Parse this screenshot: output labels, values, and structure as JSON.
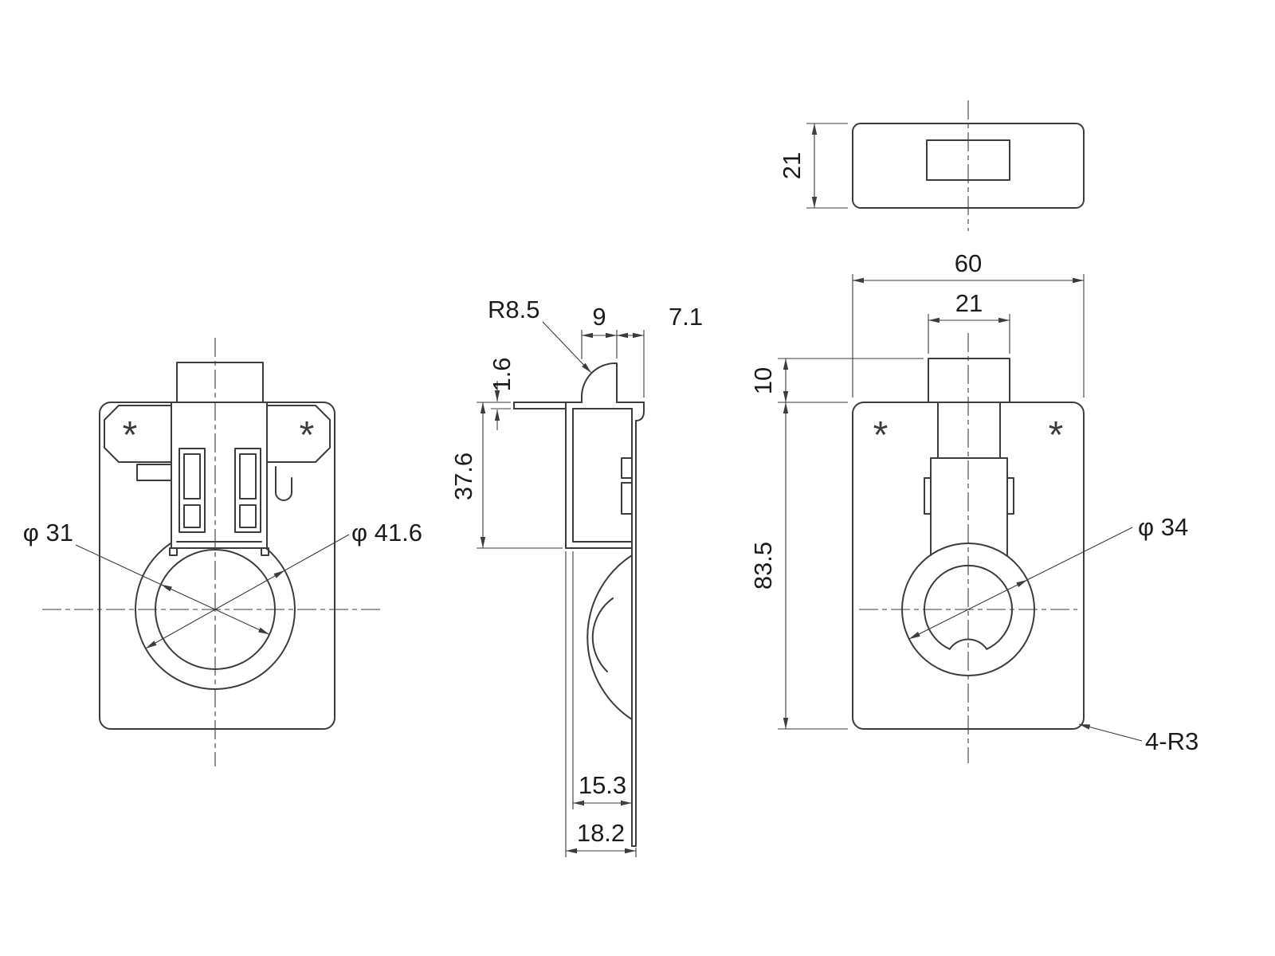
{
  "drawing": {
    "background": "#ffffff",
    "colors": {
      "line": "#3c3c3c",
      "text": "#1c1c1c"
    },
    "views": {
      "front": {
        "dims": {
          "inner_dia": "φ 31",
          "outer_dia": "φ 41.6"
        },
        "marks": {
          "asterisk_left": "*",
          "asterisk_right": "*"
        }
      },
      "side": {
        "dims": {
          "bend_radius": "R8.5",
          "tab_depth": "9",
          "back_offset": "7.1",
          "plate_thickness": "1.6",
          "body_height": "37.6",
          "inner_depth": "15.3",
          "total_depth": "18.2"
        }
      },
      "top": {
        "dims": {
          "depth": "21"
        }
      },
      "back": {
        "dims": {
          "width": "60",
          "tab_width": "21",
          "tab_height": "10",
          "height": "83.5",
          "boss_dia": "φ 34",
          "corner_radius": "4-R3"
        },
        "marks": {
          "asterisk_left": "*",
          "asterisk_right": "*"
        }
      }
    }
  }
}
